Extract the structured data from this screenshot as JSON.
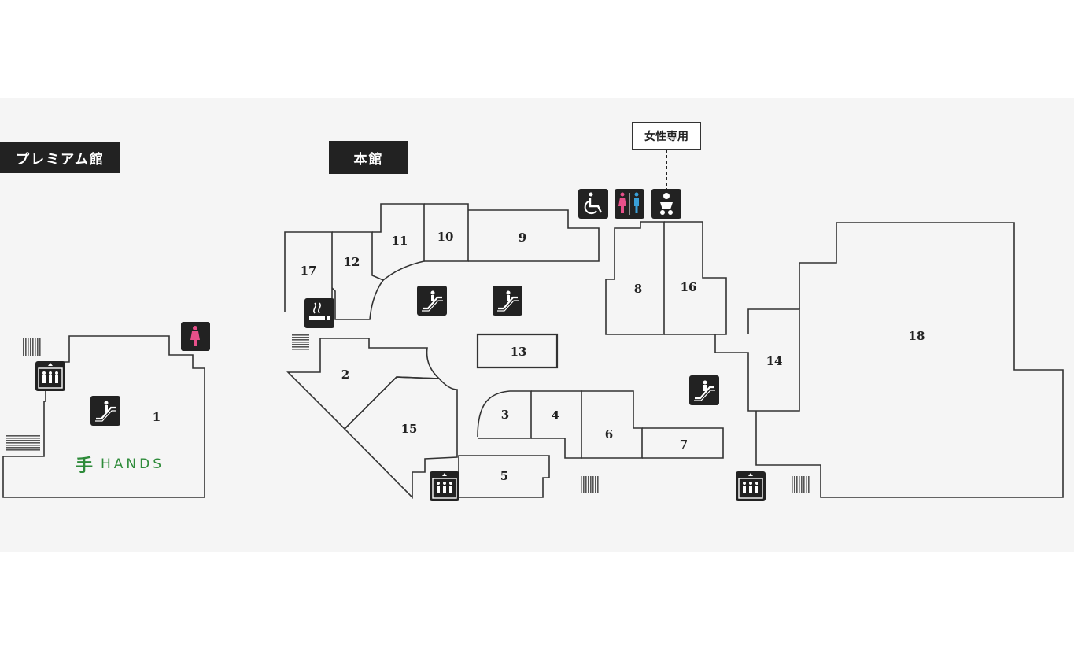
{
  "buildings": {
    "premium": "プレミアム館",
    "main": "本館"
  },
  "women_only_label": "女性専用",
  "brand": {
    "mark": "手",
    "name": "HANDS"
  },
  "units": [
    "1",
    "2",
    "3",
    "4",
    "5",
    "6",
    "7",
    "8",
    "9",
    "10",
    "11",
    "12",
    "13",
    "14",
    "15",
    "16",
    "17",
    "18"
  ],
  "icons": {
    "escalator": "escalator-icon",
    "elevator": "elevator-icon",
    "restroom": "restroom-icon",
    "womens_restroom": "womens-restroom-icon",
    "accessible": "wheelchair-icon",
    "baby": "baby-room-icon",
    "smoking": "smoking-area-icon",
    "stairs": "stairs-icon"
  },
  "colors": {
    "panel": "#f5f5f5",
    "line": "#333333",
    "icon_bg": "#222222",
    "women": "#e8508a",
    "men": "#3aa0d8",
    "brand": "#2e8b3a"
  }
}
